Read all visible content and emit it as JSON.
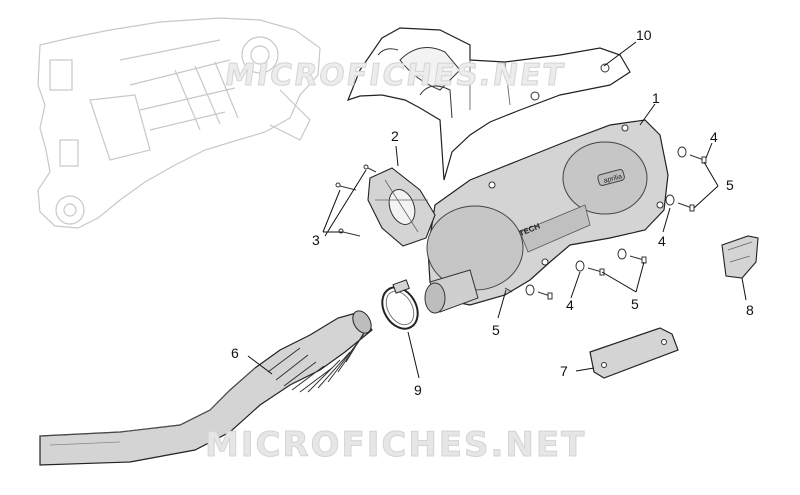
{
  "watermarks": {
    "top": "MICROFICHES.NET",
    "bottom": "MICROFICHES.NET"
  },
  "cover_badges": {
    "brand": "aprilia",
    "tech": "TECH"
  },
  "callouts": [
    {
      "id": "1",
      "label": "1"
    },
    {
      "id": "2",
      "label": "2"
    },
    {
      "id": "3",
      "label": "3"
    },
    {
      "id": "4a",
      "label": "4"
    },
    {
      "id": "4b",
      "label": "4"
    },
    {
      "id": "4c",
      "label": "4"
    },
    {
      "id": "5a",
      "label": "5"
    },
    {
      "id": "5b",
      "label": "5"
    },
    {
      "id": "5c",
      "label": "5"
    },
    {
      "id": "6",
      "label": "6"
    },
    {
      "id": "7",
      "label": "7"
    },
    {
      "id": "8",
      "label": "8"
    },
    {
      "id": "9",
      "label": "9"
    },
    {
      "id": "10",
      "label": "10"
    }
  ],
  "colors": {
    "part_fill": "#d4d4d4",
    "part_fill_dark": "#bdbdbd",
    "ghost_line": "#c8c8c8",
    "watermark": "#e3e3e3"
  }
}
